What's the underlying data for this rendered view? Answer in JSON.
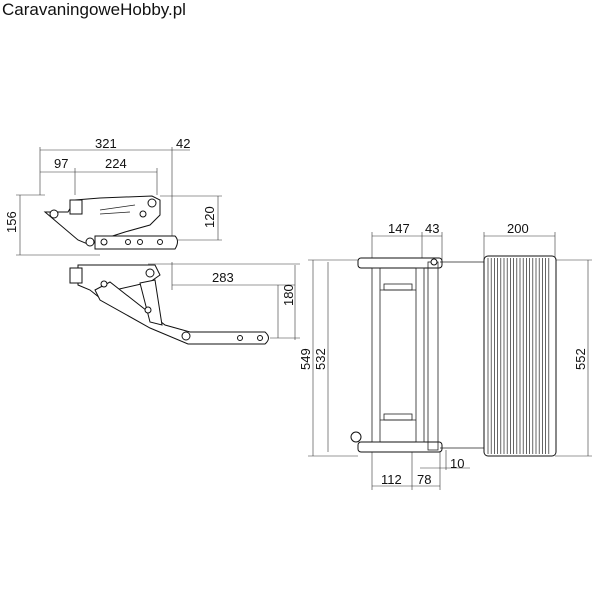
{
  "watermark": "CaravaningoweHobby.pl",
  "dimensions": {
    "side_top": {
      "d321": "321",
      "d42": "42",
      "d97": "97",
      "d224": "224",
      "d156": "156",
      "d120": "120"
    },
    "side_bottom": {
      "d283": "283",
      "d180": "180"
    },
    "top_view": {
      "d147": "147",
      "d43": "43",
      "d200": "200",
      "d549": "549",
      "d532": "532",
      "d552": "552",
      "d112": "112",
      "d78": "78",
      "d10": "10"
    }
  }
}
